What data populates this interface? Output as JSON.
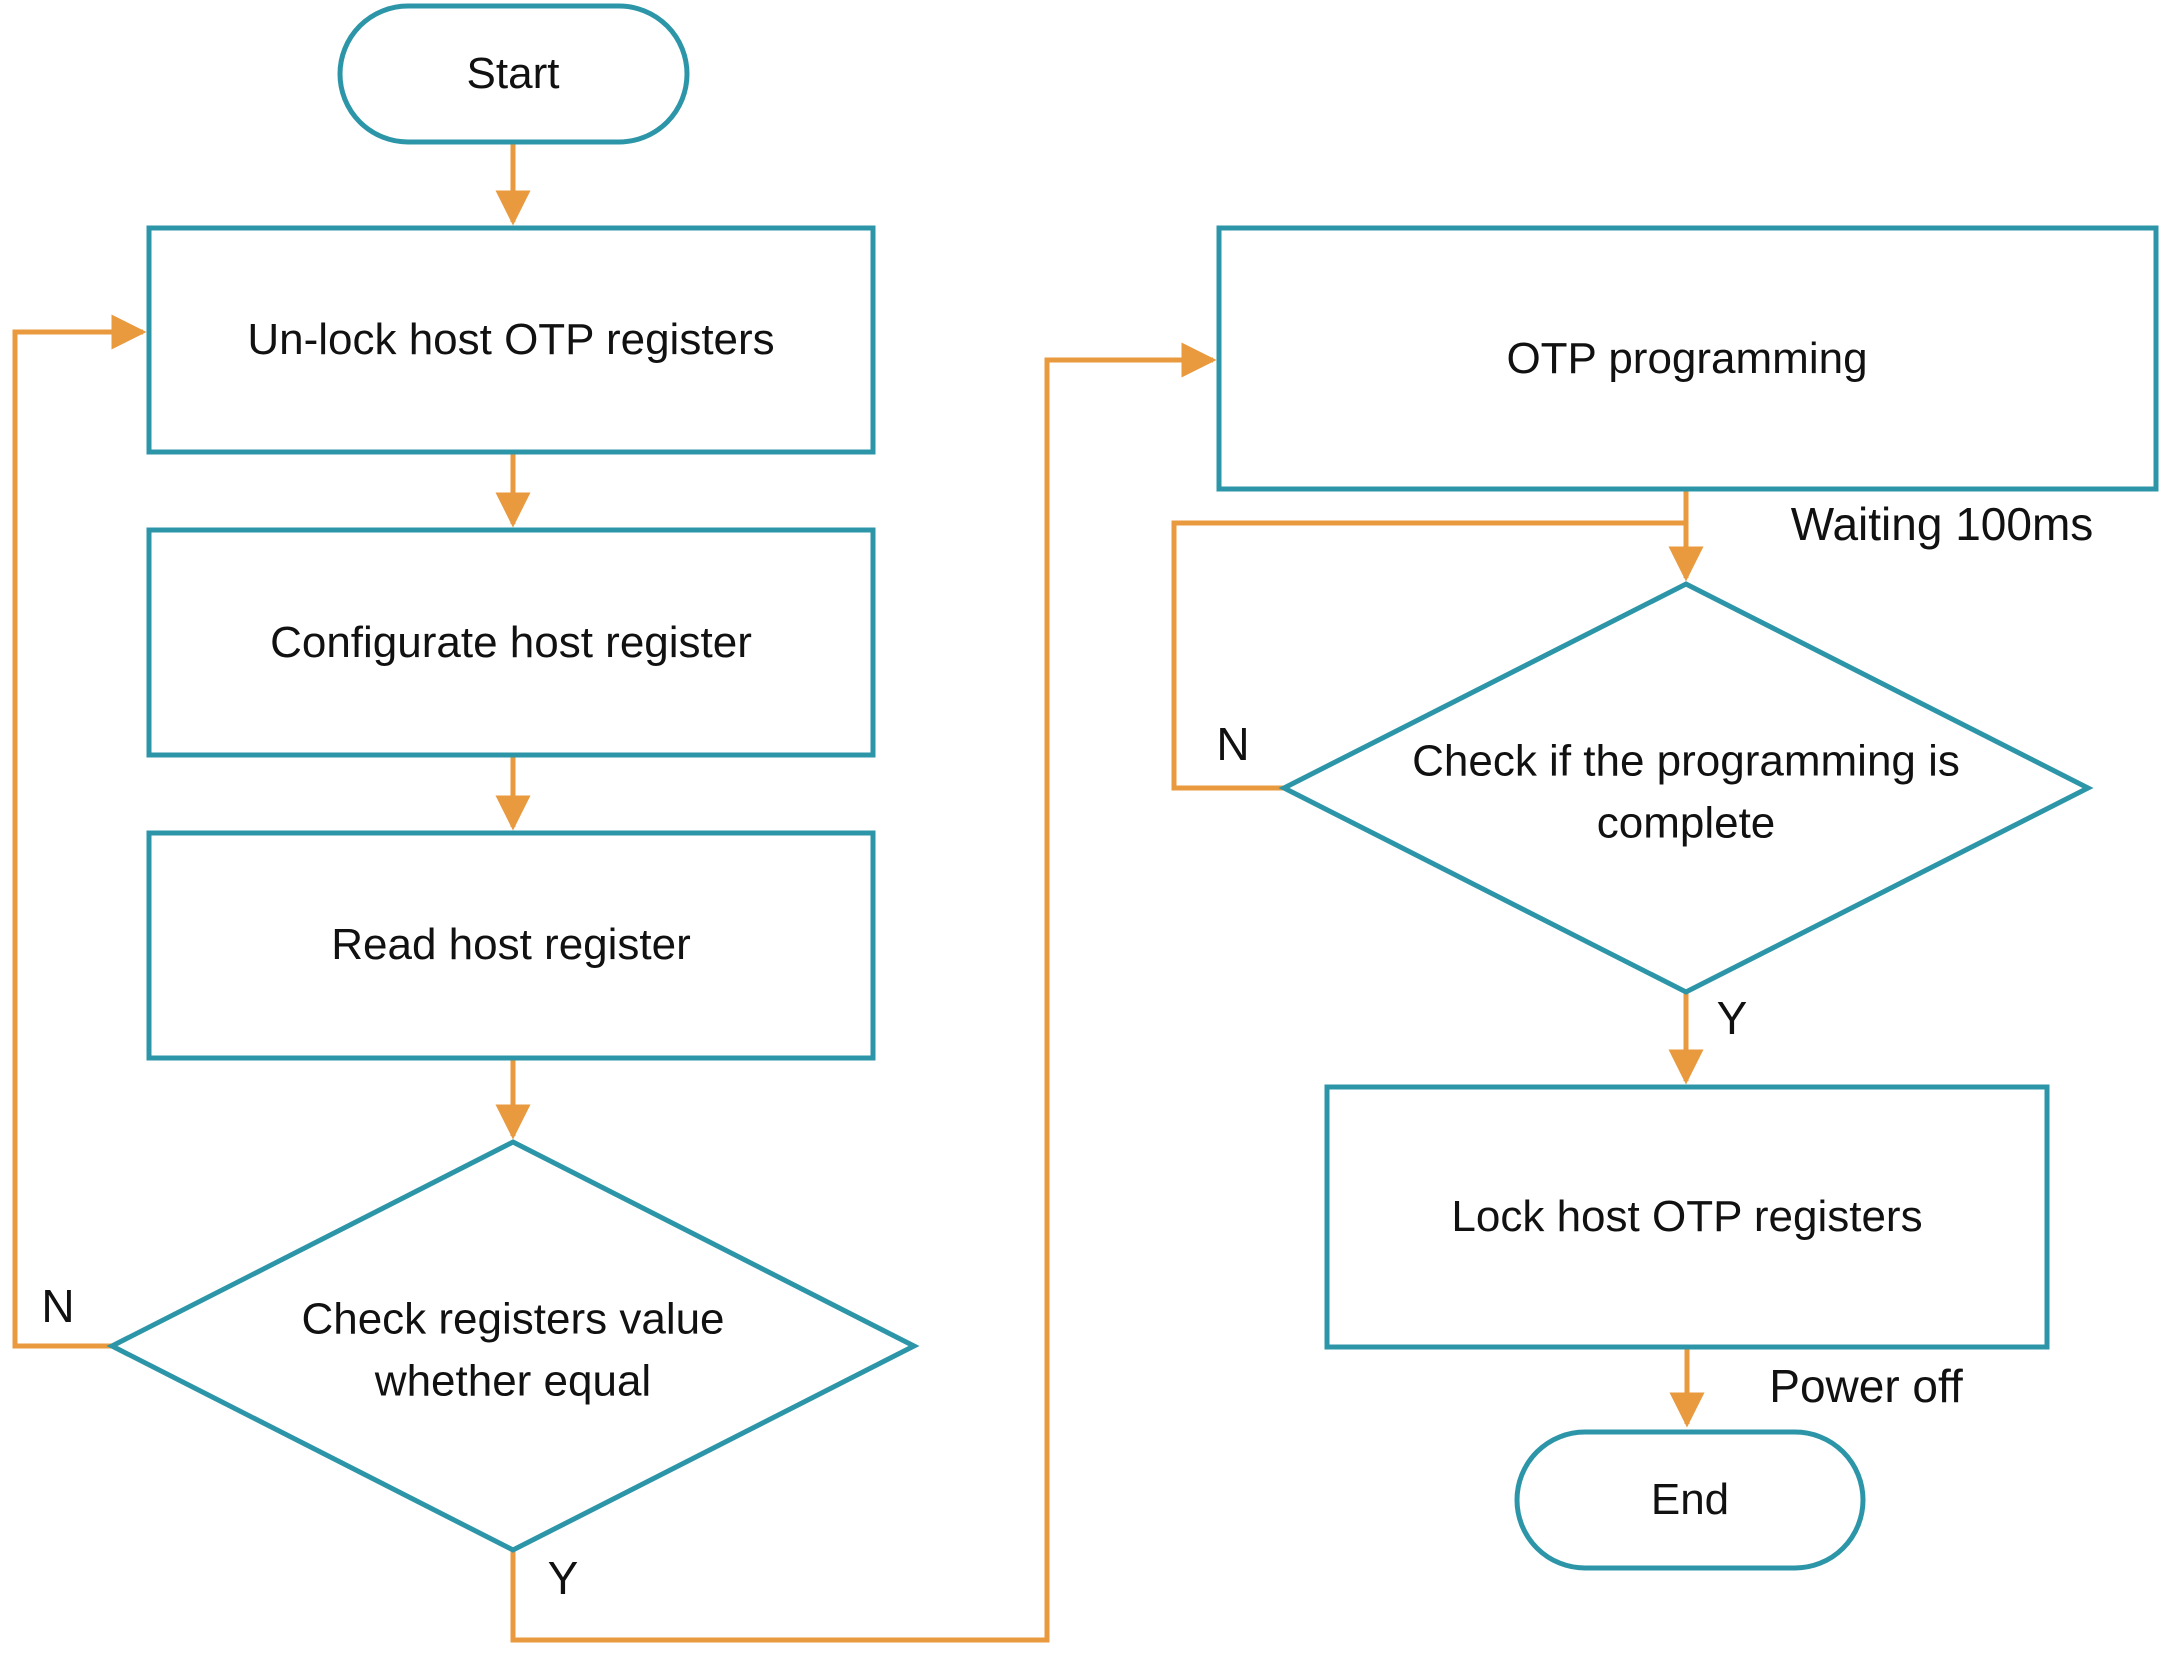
{
  "colors": {
    "node_border": "#2C96A8",
    "arrow": "#E9993E",
    "text": "#111111",
    "background": "#FFFFFF"
  },
  "nodes": {
    "start": {
      "label": "Start",
      "shape": "stadium"
    },
    "unlock": {
      "label": "Un-lock host OTP registers",
      "shape": "rect"
    },
    "configurate": {
      "label": "Configurate host register",
      "shape": "rect"
    },
    "read": {
      "label": "Read host register",
      "shape": "rect"
    },
    "check_registers": {
      "label": "Check registers value\nwhether equal",
      "shape": "diamond"
    },
    "otp_programming": {
      "label": "OTP programming",
      "shape": "rect"
    },
    "check_complete": {
      "label": "Check if the programming is\ncomplete",
      "shape": "diamond"
    },
    "lock": {
      "label": "Lock host OTP registers",
      "shape": "rect"
    },
    "end": {
      "label": "End",
      "shape": "stadium"
    }
  },
  "edge_labels": {
    "check_registers_no": "N",
    "check_registers_yes": "Y",
    "check_complete_no": "N",
    "check_complete_yes": "Y",
    "waiting": "Waiting 100ms",
    "power_off": "Power off"
  }
}
